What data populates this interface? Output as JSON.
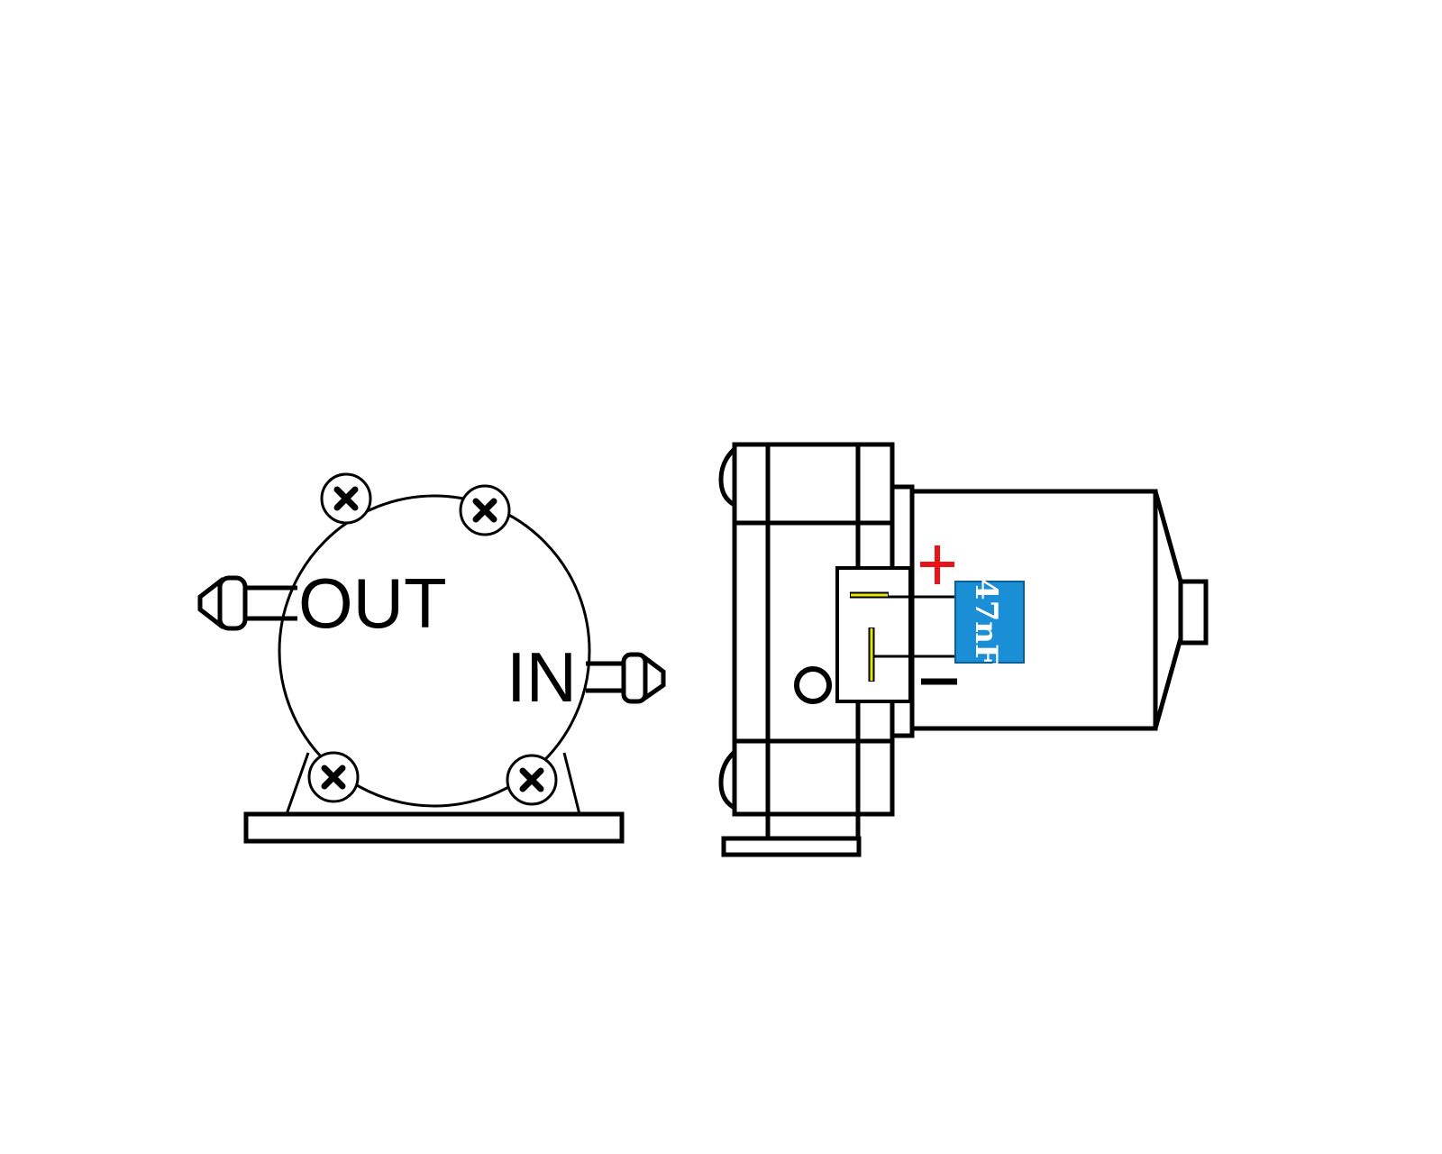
{
  "pump": {
    "outlet_label": "OUT",
    "inlet_label": "IN",
    "screw_icon": "phillips-screw-icon"
  },
  "motor": {
    "capacitor_label": "47nF",
    "positive_label": "+",
    "negative_label": "—"
  },
  "colors": {
    "line": "#000000",
    "background": "#ffffff",
    "capacitor_fill": "#1a8fd6",
    "positive": "#e8141a",
    "terminal": "#e6e600"
  }
}
